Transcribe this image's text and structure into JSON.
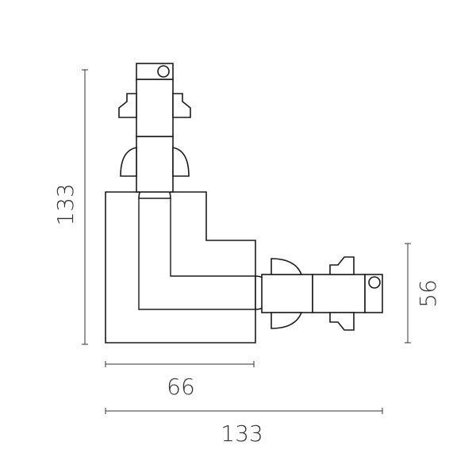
{
  "dimensions": {
    "height_total": "133",
    "height_arm": "56",
    "width_body": "66",
    "width_total": "133"
  }
}
